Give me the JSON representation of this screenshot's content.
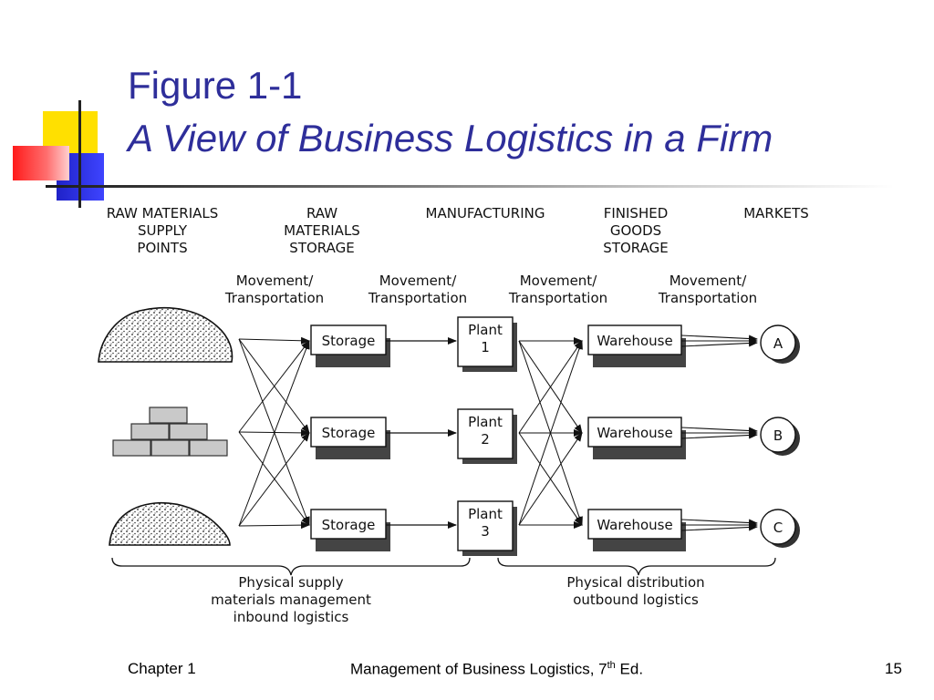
{
  "slide": {
    "title_line1": "Figure 1-1",
    "title_line2": "A View of Business Logistics in a Firm"
  },
  "diagram": {
    "column_headers": [
      {
        "id": "raw-supply",
        "lines": [
          "RAW MATERIALS",
          "SUPPLY",
          "POINTS"
        ]
      },
      {
        "id": "raw-storage",
        "lines": [
          "RAW",
          "MATERIALS",
          "STORAGE"
        ]
      },
      {
        "id": "manufacturing",
        "lines": [
          "MANUFACTURING"
        ]
      },
      {
        "id": "finished-storage",
        "lines": [
          "FINISHED",
          "GOODS",
          "STORAGE"
        ]
      },
      {
        "id": "markets",
        "lines": [
          "MARKETS"
        ]
      }
    ],
    "movement_labels": [
      [
        "Movement/",
        "Transportation"
      ],
      [
        "Movement/",
        "Transportation"
      ],
      [
        "Movement/",
        "Transportation"
      ],
      [
        "Movement/",
        "Transportation"
      ]
    ],
    "storage_boxes": [
      "Storage",
      "Storage",
      "Storage"
    ],
    "plants": [
      [
        "Plant",
        "1"
      ],
      [
        "Plant",
        "2"
      ],
      [
        "Plant",
        "3"
      ]
    ],
    "warehouses": [
      "Warehouse",
      "Warehouse",
      "Warehouse"
    ],
    "markets": [
      "A",
      "B",
      "C"
    ],
    "brace_labels": {
      "supply": [
        "Physical supply",
        "materials management",
        "inbound logistics"
      ],
      "distribution": [
        "Physical distribution",
        "outbound logistics"
      ]
    }
  },
  "footer": {
    "chapter": "Chapter 1",
    "book_title": "Management of Business Logistics, 7",
    "book_sup": "th",
    "book_suffix": " Ed.",
    "page_number": "15"
  }
}
